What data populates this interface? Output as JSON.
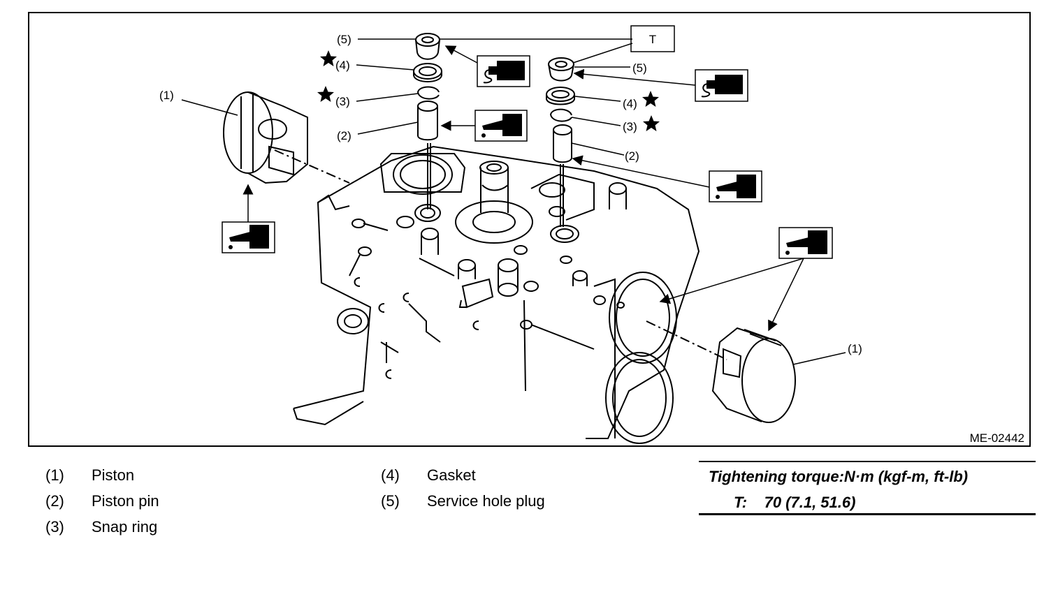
{
  "figure": {
    "code": "ME-02442",
    "callouts": {
      "c1_left": "(1)",
      "c1_right": "(1)",
      "c2_left": "(2)",
      "c2_right": "(2)",
      "c3_left": "(3)",
      "c3_right": "(3)",
      "c4_left": "(4)",
      "c4_right": "(4)",
      "c5_left": "(5)",
      "c5_right": "(5)",
      "t_box": "T"
    }
  },
  "legend": {
    "col1": [
      {
        "num": "(1)",
        "name": "Piston"
      },
      {
        "num": "(2)",
        "name": "Piston pin"
      },
      {
        "num": "(3)",
        "name": "Snap ring"
      }
    ],
    "col2": [
      {
        "num": "(4)",
        "name": "Gasket"
      },
      {
        "num": "(5)",
        "name": "Service hole plug"
      }
    ]
  },
  "torque": {
    "title": "Tightening torque:N·m (kgf-m, ft-lb)",
    "value": "T:    70 (7.1, 51.6)"
  },
  "icons": {
    "oil": "oil-can-icon",
    "sealant": "sealant-tube-icon",
    "replace": "star-icon"
  }
}
